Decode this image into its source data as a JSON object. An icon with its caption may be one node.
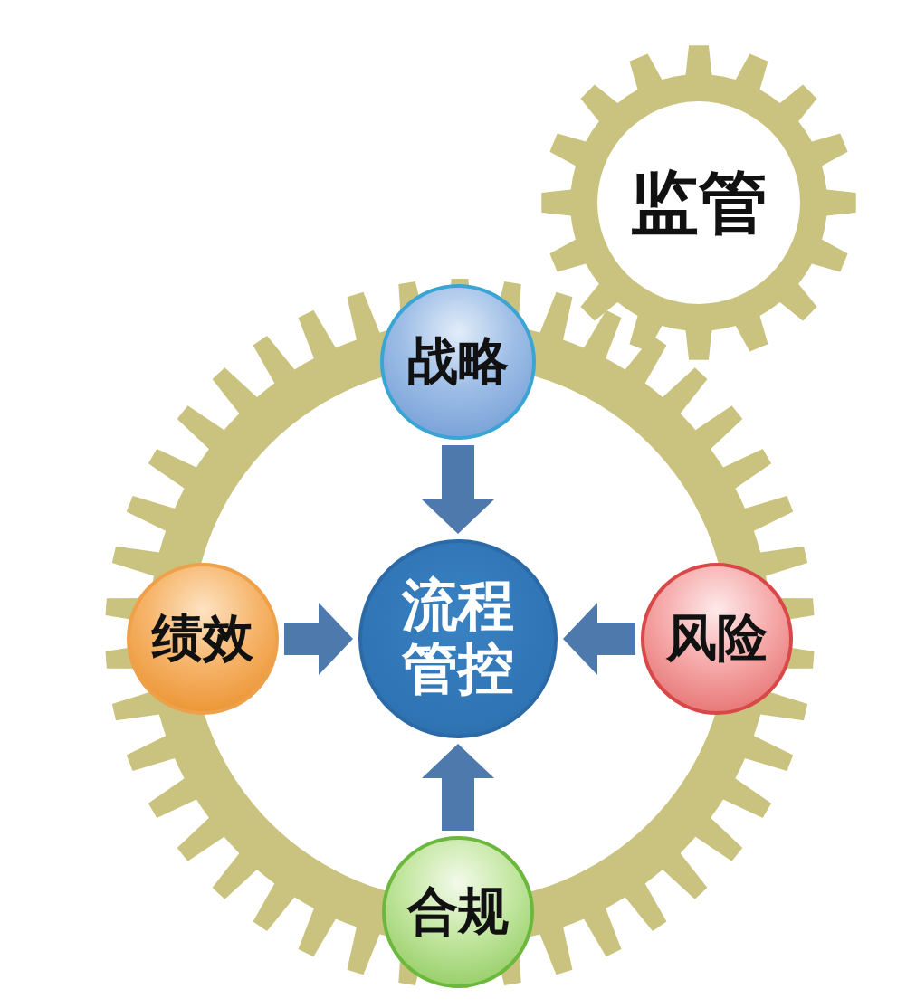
{
  "diagram": {
    "nodes": [
      {
        "text": [
          "监管"
        ]
      },
      {
        "text": [],
        "shape": "gear"
      },
      {
        "text": [
          "战略"
        ],
        "in": 1
      },
      {
        "text": [
          "绩效"
        ],
        "in": 1
      },
      {
        "text": [
          "流程管控"
        ],
        "in": 1
      },
      {
        "text": [
          "风险"
        ],
        "in": 1
      },
      {
        "text": [
          "合规"
        ],
        "in": 1
      }
    ],
    "edges": [
      {
        "from": 2,
        "to": 4,
        "arrow": "to"
      },
      {
        "from": 3,
        "to": 4,
        "arrow": "to"
      },
      {
        "from": 5,
        "to": 4,
        "arrow": "to"
      },
      {
        "from": 6,
        "to": 4,
        "arrow": "to"
      }
    ]
  }
}
